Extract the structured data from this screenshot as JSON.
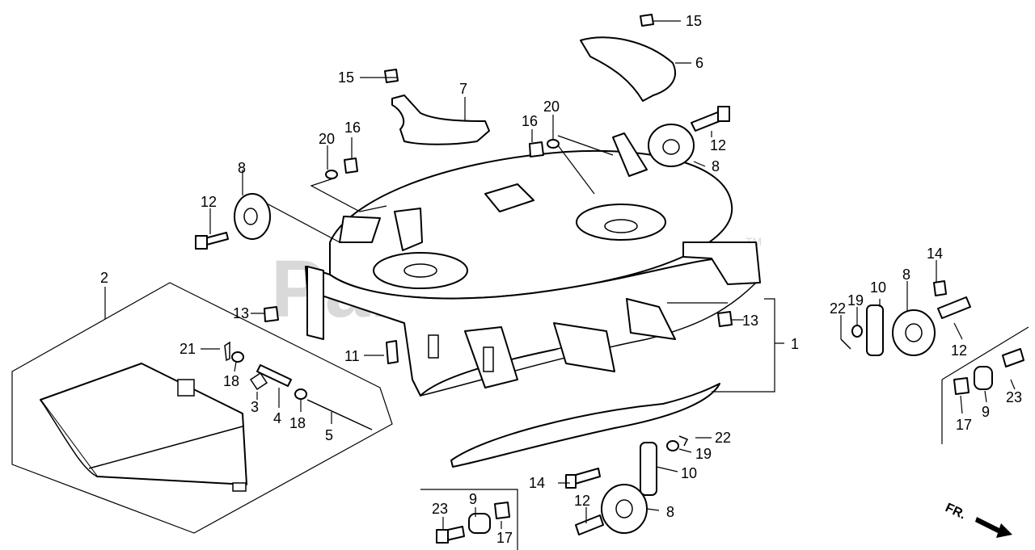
{
  "watermark": {
    "text": "PartsTree",
    "tm": "TM"
  },
  "direction": {
    "label": "FR."
  },
  "callouts": [
    {
      "id": "c15a",
      "text": "15"
    },
    {
      "id": "c6",
      "text": "6"
    },
    {
      "id": "c15b",
      "text": "15"
    },
    {
      "id": "c7",
      "text": "7"
    },
    {
      "id": "c16a",
      "text": "16"
    },
    {
      "id": "c20a",
      "text": "20"
    },
    {
      "id": "c20b",
      "text": "20"
    },
    {
      "id": "c16b",
      "text": "16"
    },
    {
      "id": "c12a",
      "text": "12"
    },
    {
      "id": "c8a",
      "text": "8"
    },
    {
      "id": "c8b",
      "text": "8"
    },
    {
      "id": "c12b",
      "text": "12"
    },
    {
      "id": "c2",
      "text": "2"
    },
    {
      "id": "c13a",
      "text": "13"
    },
    {
      "id": "c13b",
      "text": "13"
    },
    {
      "id": "c1",
      "text": "1"
    },
    {
      "id": "c14a",
      "text": "14"
    },
    {
      "id": "c8c",
      "text": "8"
    },
    {
      "id": "c10a",
      "text": "10"
    },
    {
      "id": "c19a",
      "text": "19"
    },
    {
      "id": "c22a",
      "text": "22"
    },
    {
      "id": "c12c",
      "text": "12"
    },
    {
      "id": "c21",
      "text": "21"
    },
    {
      "id": "c18a",
      "text": "18"
    },
    {
      "id": "c3",
      "text": "3"
    },
    {
      "id": "c4",
      "text": "4"
    },
    {
      "id": "c18b",
      "text": "18"
    },
    {
      "id": "c5",
      "text": "5"
    },
    {
      "id": "c11",
      "text": "11"
    },
    {
      "id": "c23a",
      "text": "23"
    },
    {
      "id": "c9a",
      "text": "9"
    },
    {
      "id": "c17a",
      "text": "17"
    },
    {
      "id": "c22b",
      "text": "22"
    },
    {
      "id": "c19b",
      "text": "19"
    },
    {
      "id": "c10b",
      "text": "10"
    },
    {
      "id": "c14b",
      "text": "14"
    },
    {
      "id": "c8d",
      "text": "8"
    },
    {
      "id": "c23b",
      "text": "23"
    },
    {
      "id": "c9b",
      "text": "9"
    },
    {
      "id": "c12d",
      "text": "12"
    },
    {
      "id": "c17b",
      "text": "17"
    }
  ]
}
